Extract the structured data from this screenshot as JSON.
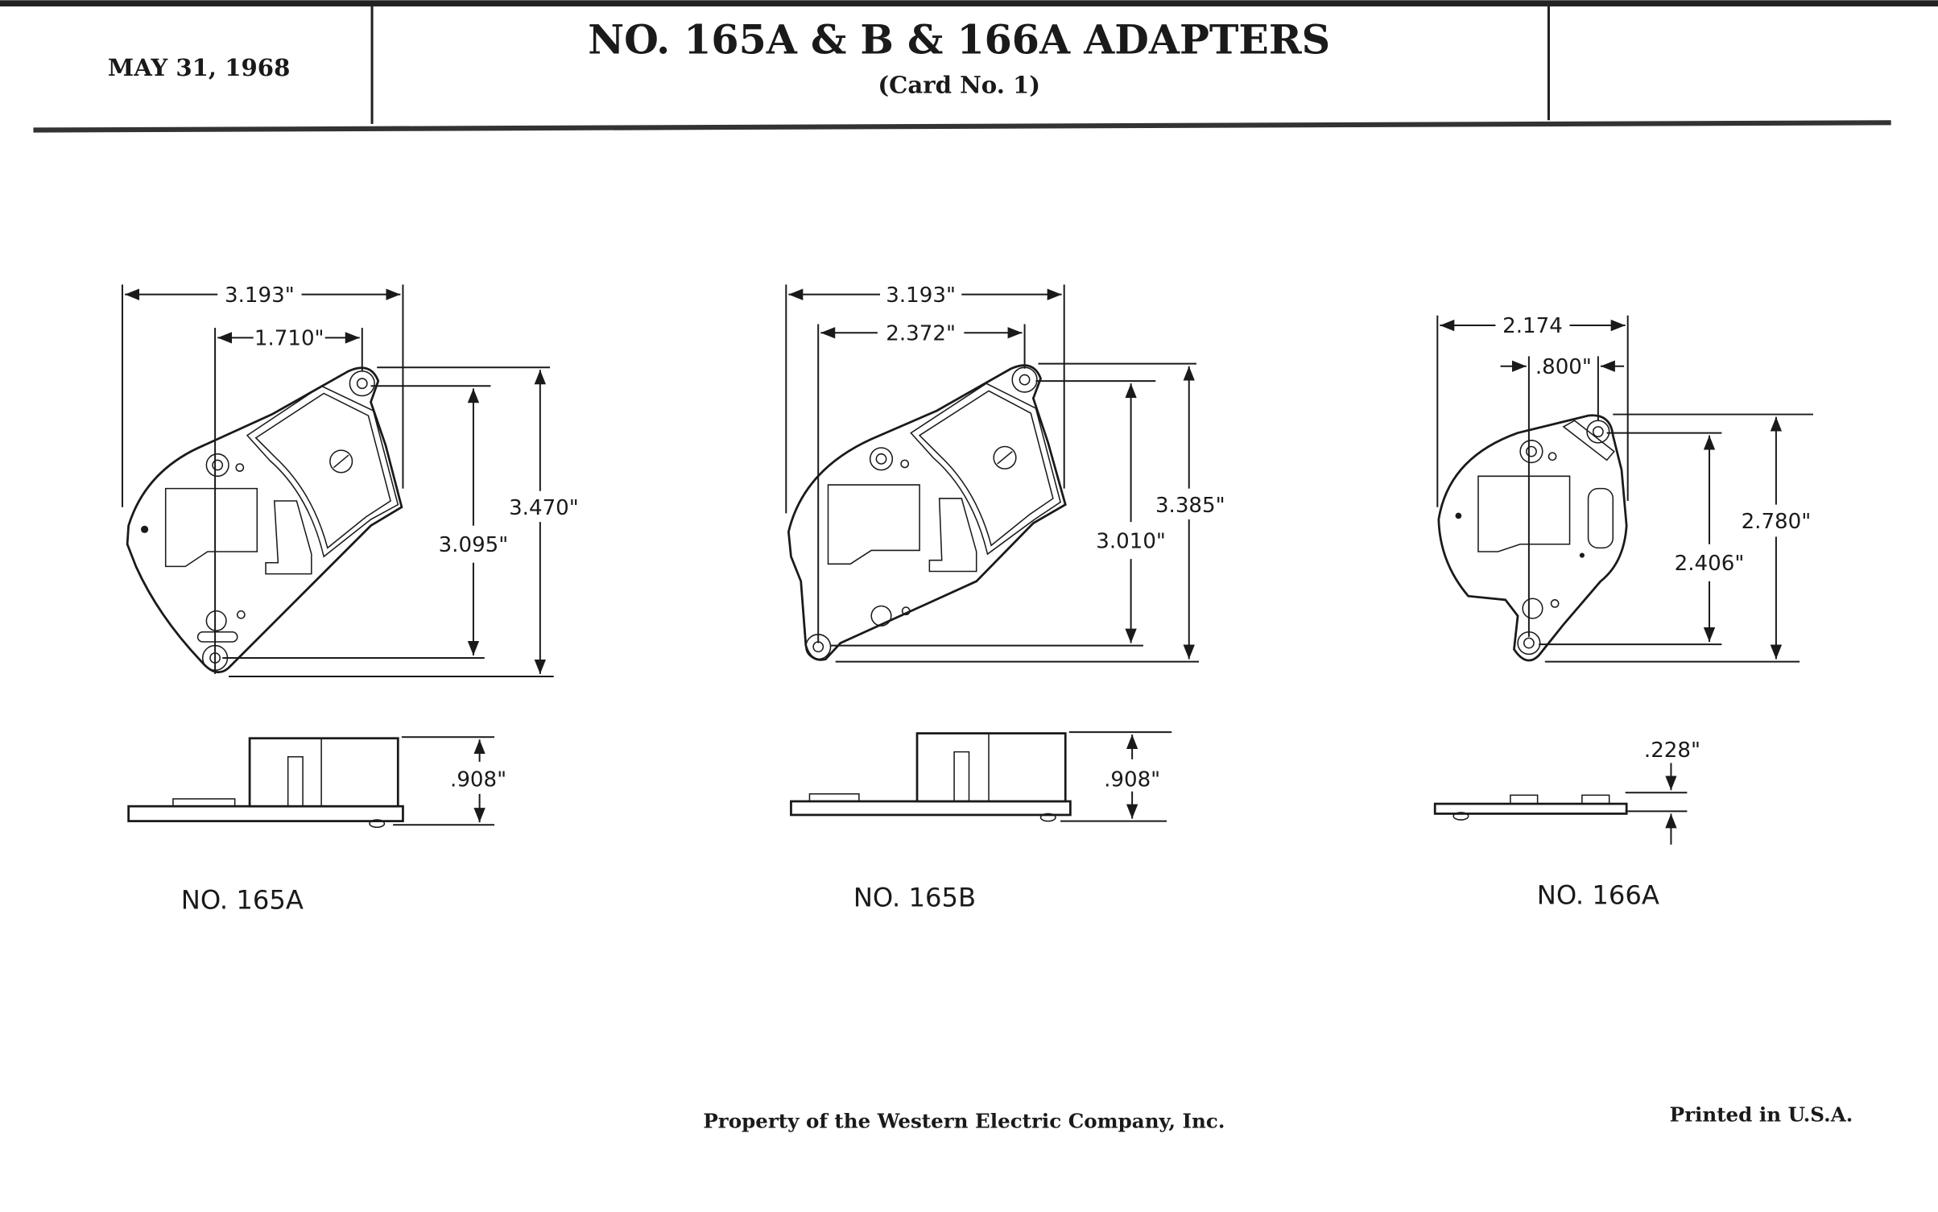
{
  "header": {
    "date": "MAY 31, 1968",
    "title": "NO. 165A & B & 166A ADAPTERS",
    "subtitle": "(Card No. 1)"
  },
  "drawings": [
    {
      "label": "NO. 165A",
      "dims": {
        "overall_width": "3.193\"",
        "hole_spacing_h": "1.710\"",
        "hole_spacing_v": "3.095\"",
        "overall_height": "3.470\"",
        "side_height": ".908\""
      }
    },
    {
      "label": "NO. 165B",
      "dims": {
        "overall_width": "3.193\"",
        "hole_spacing_h": "2.372\"",
        "hole_spacing_v": "3.010\"",
        "overall_height": "3.385\"",
        "side_height": ".908\""
      }
    },
    {
      "label": "NO. 166A",
      "dims": {
        "overall_width": "2.174",
        "hole_spacing_h": ".800\"",
        "hole_spacing_v": "2.406\"",
        "overall_height": "2.780\"",
        "side_height": ".228\""
      }
    }
  ],
  "footer": {
    "property": "Property of the Western Electric Company, Inc.",
    "printed": "Printed in U.S.A."
  }
}
